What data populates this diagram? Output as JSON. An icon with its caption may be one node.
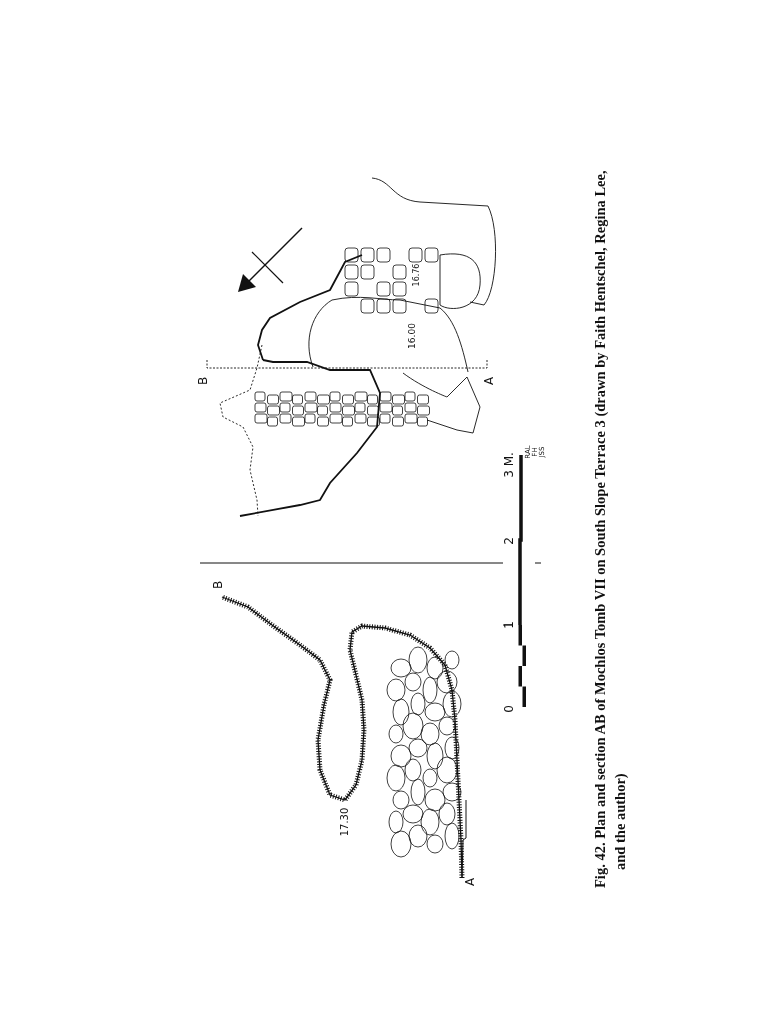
{
  "diagram": {
    "caption": "Fig. 42. Plan and section AB of Mochlos Tomb VII on South Slope Terrace 3 (drawn by Faith Hentschel, Regina Lee, and the author)",
    "labels": [
      "A",
      "B",
      "17.30",
      "0",
      "1",
      "2",
      "3 M.",
      "RAL",
      "FH",
      "JSS",
      "B",
      "A",
      "16.00",
      "16.76"
    ]
  }
}
